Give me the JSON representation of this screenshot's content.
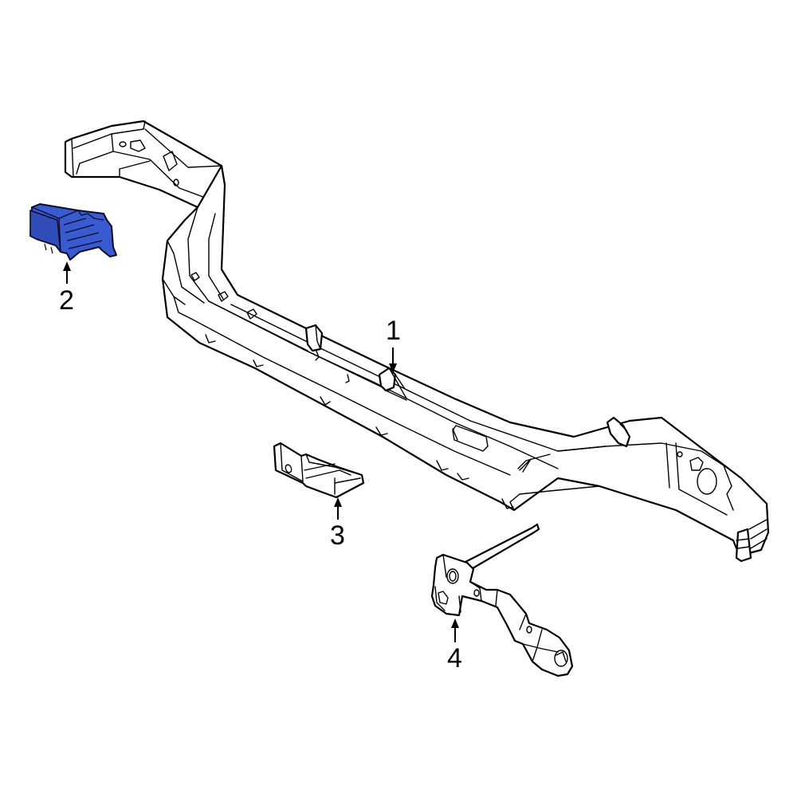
{
  "diagram": {
    "type": "exploded parts diagram",
    "subject": "Radiator support / front bumper reinforcement assembly",
    "highlight_color": "#3a5bd0",
    "line_color": "#000000",
    "background": "#ffffff"
  },
  "callouts": [
    {
      "id": "1",
      "label": "1",
      "part": "main-beam",
      "highlighted": false
    },
    {
      "id": "2",
      "label": "2",
      "part": "left-bracket",
      "highlighted": true
    },
    {
      "id": "3",
      "label": "3",
      "part": "center-bracket",
      "highlighted": false
    },
    {
      "id": "4",
      "label": "4",
      "part": "brace-with-rod",
      "highlighted": false
    }
  ]
}
